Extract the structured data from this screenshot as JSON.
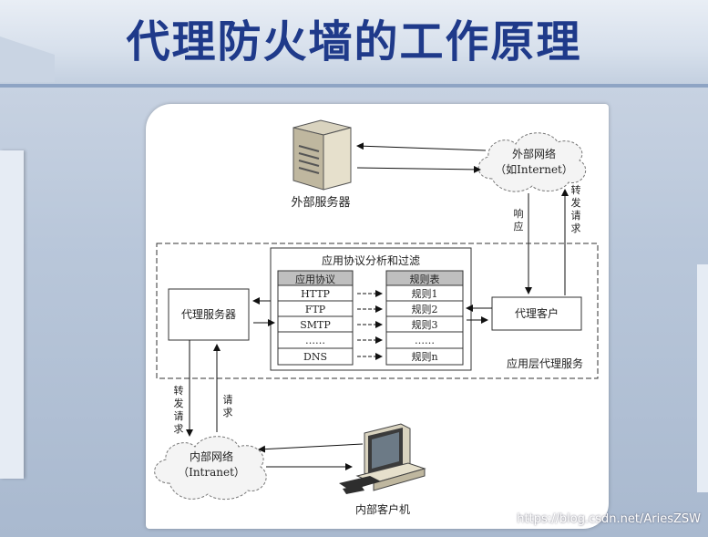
{
  "title": "代理防火墙的工作原理",
  "external_server": "外部服务器",
  "external_net": {
    "line1": "外部网络",
    "line2": "（如Internet）"
  },
  "response_label": [
    "响",
    "应"
  ],
  "forward_request_top": [
    "转",
    "发",
    "请",
    "求"
  ],
  "analysis_box_title": "应用协议分析和过滤",
  "protocol_header": "应用协议",
  "rules_header": "规则表",
  "protocols": [
    "HTTP",
    "FTP",
    "SMTP",
    "……",
    "DNS"
  ],
  "rules": [
    "规则1",
    "规则2",
    "规则3",
    "……",
    "规则n"
  ],
  "proxy_server": "代理服务器",
  "proxy_client": "代理客户",
  "app_layer_service": "应用层代理服务",
  "forward_request_left": [
    "转",
    "发",
    "请",
    "求"
  ],
  "request_label": [
    "请",
    "求"
  ],
  "internal_net": {
    "line1": "内部网络",
    "line2": "（Intranet）"
  },
  "internal_client": "内部客户机",
  "watermark": "https://blog.csdn.net/AriesZSW",
  "colors": {
    "title": "#1f3a8a",
    "background": "#b9c7da",
    "table_header": "#bfbfbf"
  }
}
